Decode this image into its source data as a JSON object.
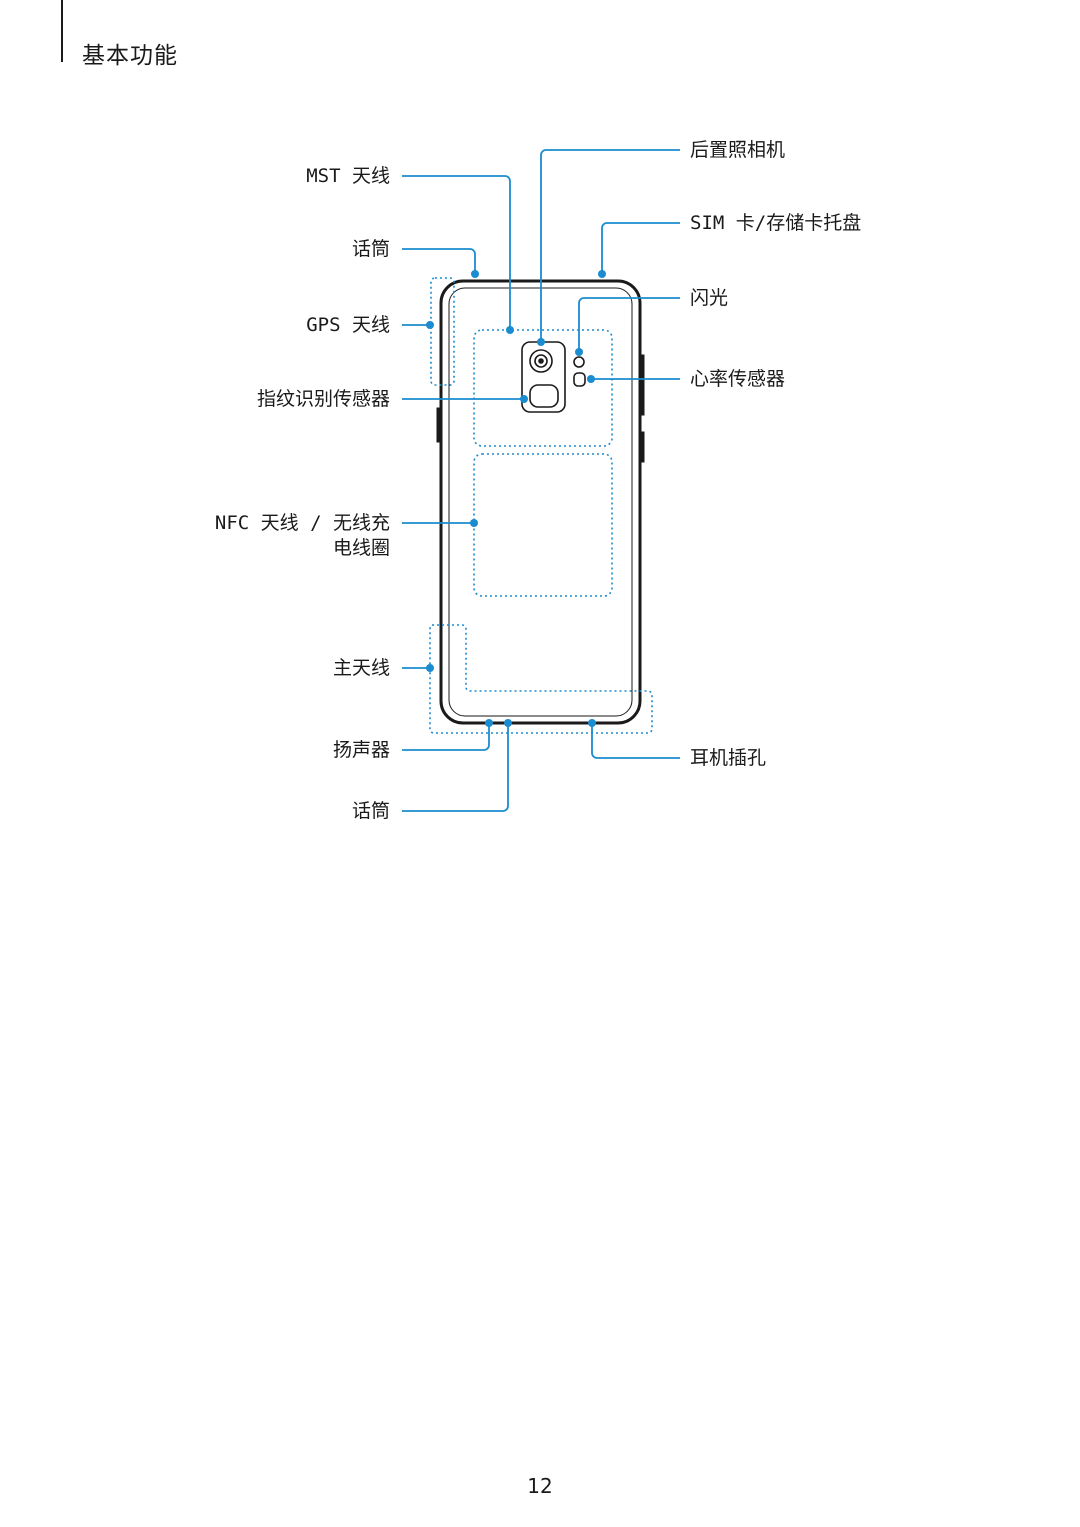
{
  "header": {
    "section_title": "基本功能"
  },
  "labels": {
    "mst_antenna": "MST 天线",
    "microphone_top": "话筒",
    "gps_antenna": "GPS 天线",
    "fingerprint_sensor": "指纹识别传感器",
    "nfc_line1": "NFC 天线 / 无线充",
    "nfc_line2": "电线圈",
    "main_antenna": "主天线",
    "speaker": "扬声器",
    "microphone_bottom": "话筒",
    "rear_camera": "后置照相机",
    "sim_tray": "SIM 卡/存储卡托盘",
    "flash": "闪光",
    "heart_rate_sensor": "心率传感器",
    "earphone_jack": "耳机插孔"
  },
  "colors": {
    "callout": "#1a8ccf",
    "outline": "#1a1a1a"
  },
  "footer": {
    "page_number": "12"
  }
}
